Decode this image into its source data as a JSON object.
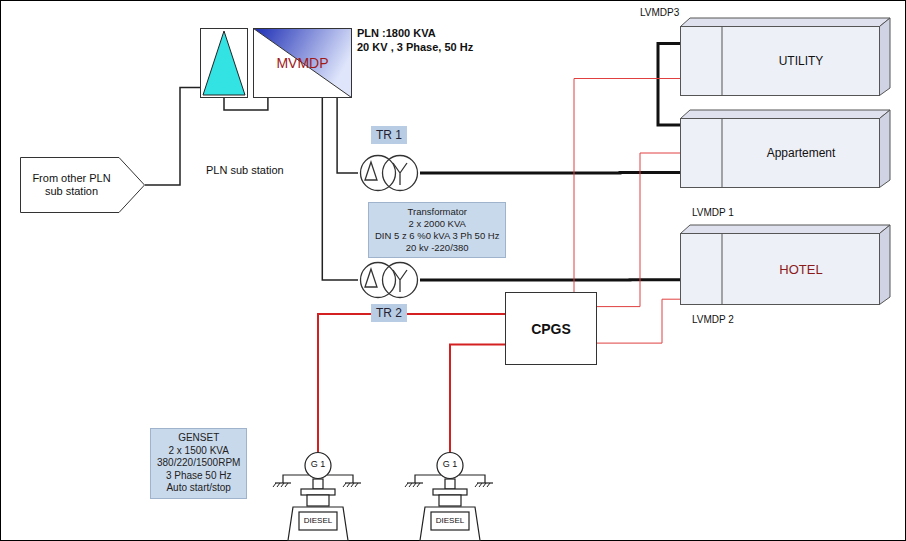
{
  "diagram": {
    "nodes": [
      {
        "text": [
          "From other PLN sub station"
        ]
      },
      {
        "text": [
          "PLN sub station"
        ]
      },
      {
        "text": [
          "MVMDP"
        ]
      },
      {
        "text": [
          "TR 1"
        ]
      },
      {
        "text": [
          "Transformator",
          "2 x 2000 KVA",
          "DIN 5 z 6 %0 kVA 3 Ph 50 Hz",
          "20 kv -220/380"
        ]
      },
      {
        "text": [
          "TR 2"
        ]
      },
      {
        "text": [
          "UTILITY"
        ]
      },
      {
        "text": [
          "Appartement"
        ]
      },
      {
        "text": [
          "HOTEL"
        ]
      },
      {
        "text": [
          "CPGS"
        ]
      },
      {
        "text": [
          "G 1",
          "DIESEL"
        ]
      },
      {
        "text": [
          "G 1",
          "DIESEL"
        ]
      },
      {
        "text": [
          "GENSET",
          "2 x 1500 KVA",
          "380/220/1500RPM",
          "3 Phase 50 Hz",
          "Auto start/stop"
        ]
      }
    ],
    "edges": [
      {
        "from": 0,
        "to": 1,
        "arrow": "none"
      },
      {
        "from": 1,
        "to": 2,
        "arrow": "none"
      },
      {
        "from": 2,
        "to": 3,
        "arrow": "none"
      },
      {
        "from": 2,
        "to": 5,
        "arrow": "none"
      },
      {
        "from": 3,
        "to": 7,
        "arrow": "none"
      },
      {
        "from": 5,
        "to": 8,
        "arrow": "none"
      },
      {
        "from": 6,
        "to": 7,
        "arrow": "none"
      },
      {
        "from": 10,
        "to": 9,
        "arrow": "none"
      },
      {
        "from": 11,
        "to": 9,
        "arrow": "none"
      },
      {
        "from": 9,
        "to": 6,
        "arrow": "none"
      },
      {
        "from": 9,
        "to": 7,
        "arrow": "none"
      },
      {
        "from": 9,
        "to": 8,
        "arrow": "none"
      }
    ],
    "labels": [
      "PLN :1800 KVA",
      "20 KV , 3 Phase, 50 Hz",
      "LVMDP3",
      "LVMDP 1",
      "LVMDP 2"
    ]
  }
}
